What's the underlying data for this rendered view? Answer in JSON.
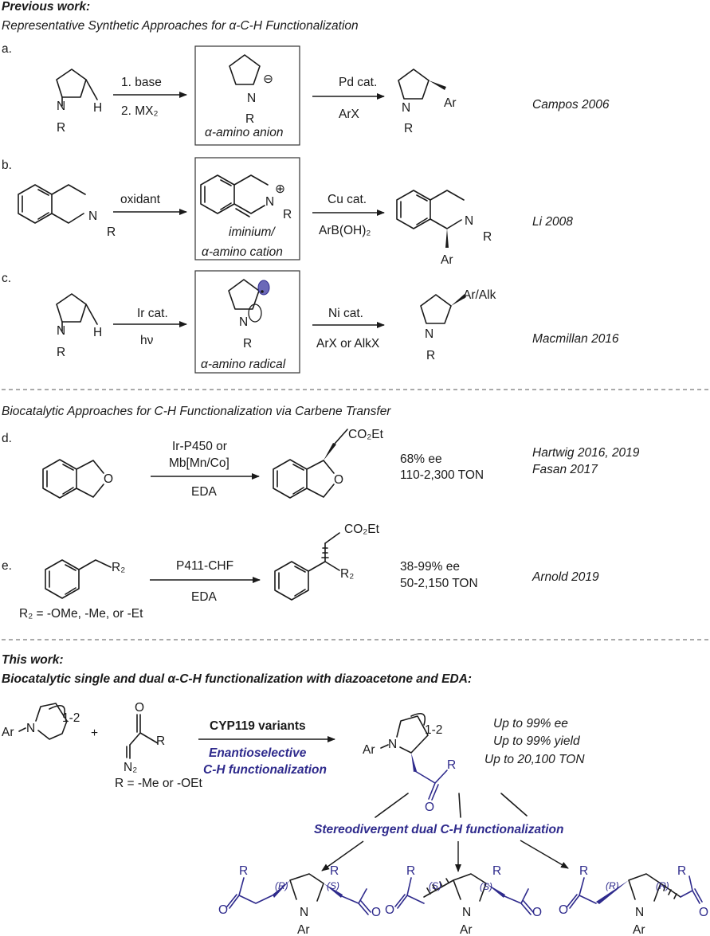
{
  "sections": {
    "previous": {
      "title": "Previous work:",
      "subtitle": "Representative Synthetic Approaches for α-C-H Functionalization"
    },
    "bio": {
      "subtitle": "Biocatalytic Approaches for C-H Functionalization via Carbene Transfer"
    },
    "this": {
      "title": "This work:",
      "subtitle": "Biocatalytic single and dual α-C-H functionalization with diazoacetone and EDA:"
    }
  },
  "row_a": {
    "label": "a.",
    "reagent1": "1. base",
    "reagent2": "2. MX₂",
    "intermediate": "α-amino anion",
    "cat": "Pd cat.",
    "cat2": "ArX",
    "ref": "Campos 2006",
    "sm_N": "N",
    "sm_R": "R",
    "sm_H": "H",
    "int_N": "N",
    "int_R": "R",
    "int_charge": "⊖",
    "prod_N": "N",
    "prod_R": "R",
    "prod_sub": "Ar"
  },
  "row_b": {
    "label": "b.",
    "reagent": "oxidant",
    "intermediate1": "iminium/",
    "intermediate2": "α-amino cation",
    "cat": "Cu cat.",
    "cat2": "ArB(OH)₂",
    "ref": "Li 2008",
    "sm_N": "N",
    "sm_R": "R",
    "int_N": "N",
    "int_R": "R",
    "int_charge": "⊕",
    "prod_N": "N",
    "prod_R": "R",
    "prod_sub": "Ar"
  },
  "row_c": {
    "label": "c.",
    "reagent1": "Ir cat.",
    "reagent2": "hν",
    "intermediate": "α-amino radical",
    "cat": "Ni cat.",
    "cat2": "ArX or AlkX",
    "ref": "Macmillan 2016",
    "sm_N": "N",
    "sm_R": "R",
    "sm_H": "H",
    "int_N": "N",
    "int_R": "R",
    "prod_N": "N",
    "prod_R": "R",
    "prod_sub": "Ar/Alk"
  },
  "row_d": {
    "label": "d.",
    "cond1": "Ir-P450 or",
    "cond2": "Mb[Mn/Co]",
    "cond3": "EDA",
    "ee": "68% ee",
    "ton": "110-2,300 TON",
    "ref1": "Hartwig 2016, 2019",
    "ref2": "Fasan 2017",
    "sm_O": "O",
    "prod_O": "O",
    "prod_sub": "CO₂Et"
  },
  "row_e": {
    "label": "e.",
    "cond1": "P411-CHF",
    "cond2": "EDA",
    "ee": "38-99% ee",
    "ton": "50-2,150 TON",
    "ref": "Arnold 2019",
    "note": "R₂ = -OMe, -Me, or -Et",
    "sm_R": "R₂",
    "prod_R": "R₂",
    "prod_sub": "CO₂Et"
  },
  "this_work": {
    "enzyme": "CYP119 variants",
    "desc1": "Enantioselective",
    "desc2": "C-H functionalization",
    "plus": "+",
    "r_note": "R = -Me or -OEt",
    "ring_size": "1-2",
    "sm_Ar": "Ar",
    "sm_N": "N",
    "dz_O": "O",
    "dz_R": "R",
    "dz_N2": "N₂",
    "prod_Ar": "Ar",
    "prod_N": "N",
    "prod_R": "R",
    "prod_O": "O",
    "r1": "Up to 99% ee",
    "r2": "Up to 99% yield",
    "r3": "Up to 20,100 TON",
    "dual": "Stereodivergent dual C-H functionalization",
    "p1_a": "(R)",
    "p1_b": "(S)",
    "p2_a": "(S)",
    "p2_b": "(S)",
    "p3_a": "(R)",
    "p3_b": "(R)",
    "dual_R": "R",
    "dual_O": "O",
    "dual_N": "N",
    "dual_Ar": "Ar"
  }
}
